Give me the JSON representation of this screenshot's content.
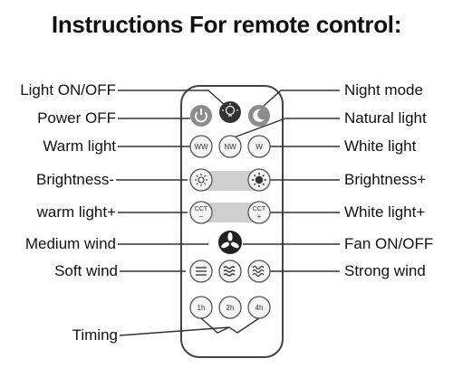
{
  "title": "Instructions For remote control:",
  "labels_left": {
    "light_onoff": "Light ON/OFF",
    "power_off": "Power OFF",
    "warm_light": "Warm light",
    "brightness_minus": "Brightness-",
    "warm_light_plus": "warm light+",
    "medium_wind": "Medium wind",
    "soft_wind": "Soft wind",
    "timing": "Timing"
  },
  "labels_right": {
    "night_mode": "Night mode",
    "natural_light": "Natural light",
    "white_light": "White light",
    "brightness_plus": "Brightness+",
    "white_light_plus": "White light+",
    "fan_onoff": "Fan ON/OFF",
    "strong_wind": "Strong wind"
  },
  "buttons": {
    "ww": "WW",
    "nw": "NW",
    "w": "W",
    "cct": "CCT",
    "cct_minus": "−",
    "cct_plus": "+",
    "t1": "1h",
    "t2": "2h",
    "t3": "4h"
  },
  "colors": {
    "text": "#111111",
    "remote_outline": "#444444",
    "button_fill": "#f4f4f4",
    "dark_button": "#333333",
    "gray_button": "#8c8c8c",
    "brightness_bar": "#cfcfcf"
  },
  "icons": [
    "power-icon",
    "bulb-icon",
    "moon-icon",
    "sun-dim-icon",
    "sun-bright-icon",
    "fan-icon",
    "wind-low-icon",
    "wind-medium-icon",
    "wind-high-icon"
  ]
}
